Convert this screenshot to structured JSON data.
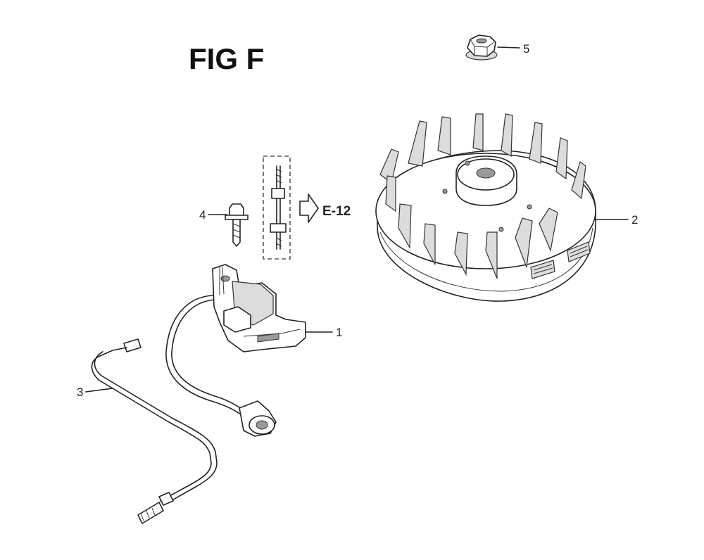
{
  "figure": {
    "title": "FIG F",
    "reference": "E-12"
  },
  "callouts": [
    {
      "id": "1",
      "label": "1"
    },
    {
      "id": "2",
      "label": "2"
    },
    {
      "id": "3",
      "label": "3"
    },
    {
      "id": "4",
      "label": "4"
    },
    {
      "id": "5",
      "label": "5"
    }
  ]
}
